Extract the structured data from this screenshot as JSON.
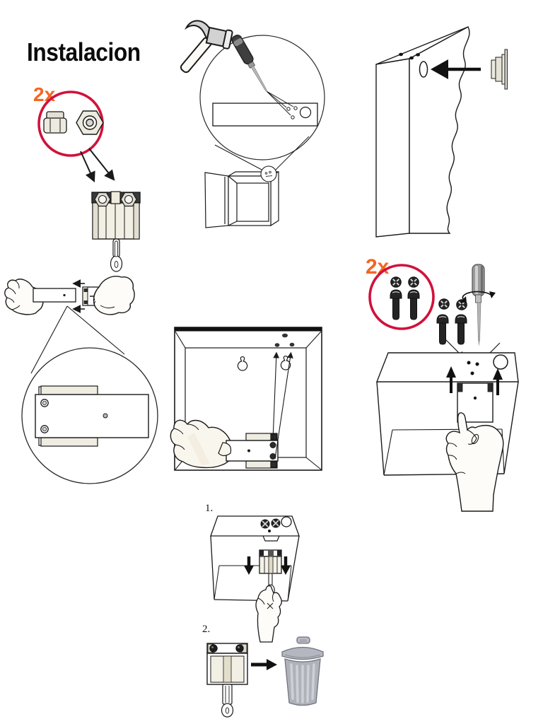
{
  "page": {
    "title": "Instalacion",
    "background_color": "#FFFFFF"
  },
  "colors": {
    "accent_red": "#D0123B",
    "accent_orange": "#F26722",
    "line_art": "#1A1A1A",
    "cream_fill": "#F1EEE3",
    "metal_gray": "#C9CCD2",
    "trash_gray": "#AFB2BA"
  },
  "callouts": {
    "nuts": {
      "quantity_label": "2x"
    },
    "screws": {
      "quantity_label": "2x"
    }
  },
  "steps": {
    "first": "1.",
    "second": "2."
  },
  "icons": [
    "hex-nut-side-icon",
    "hex-nut-front-icon",
    "hammer-icon",
    "nail-punch-icon",
    "magnifier-circle-icon",
    "wall-plug-icon",
    "arrow-icon",
    "keyhole-slot-icon",
    "screw-top-icon",
    "screw-side-icon",
    "screwdriver-icon",
    "rotation-arrow-icon",
    "hand-icon",
    "pull-tab-icon",
    "trash-can-icon"
  ]
}
